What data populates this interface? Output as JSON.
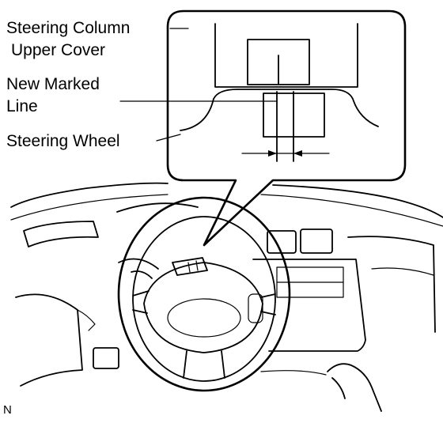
{
  "labels": {
    "column_cover_line1": "Steering Column",
    "column_cover_line2": "Upper Cover",
    "marked_line_line1": "New Marked",
    "marked_line_line2": "Line",
    "steering_wheel": "Steering Wheel"
  },
  "figure_code": "N"
}
